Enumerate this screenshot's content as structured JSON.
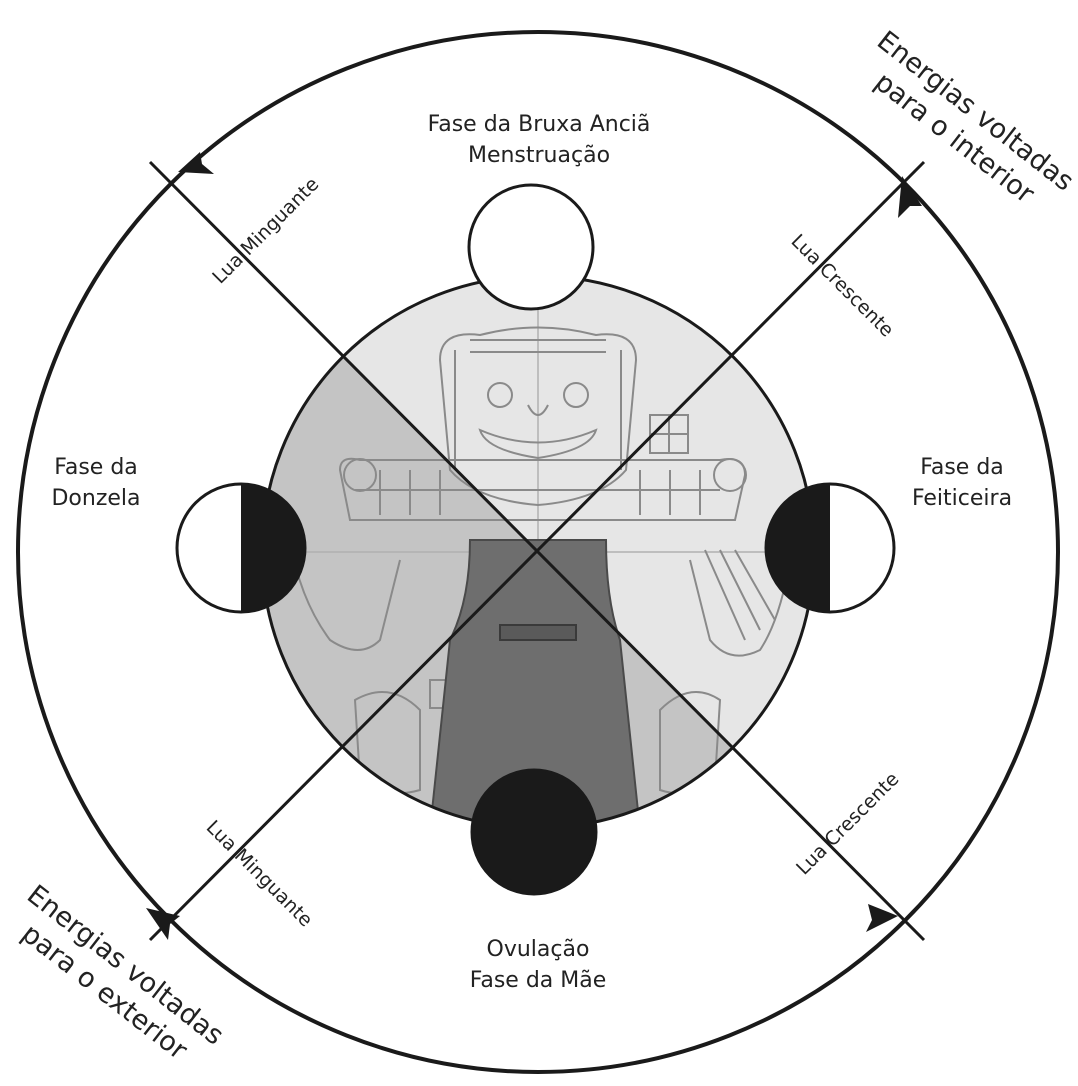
{
  "phases": {
    "top": {
      "line1": "Fase da Bruxa Anciã",
      "line2": "Menstruação"
    },
    "left": {
      "line1": "Fase da",
      "line2": "Donzela"
    },
    "right": {
      "line1": "Fase da",
      "line2": "Feiticeira"
    },
    "bottom": {
      "line1": "Ovulação",
      "line2": "Fase da Mãe"
    }
  },
  "moon_lines": {
    "upper_left": "Lua Minguante",
    "upper_right": "Lua Crescente",
    "lower_left": "Lua Minguante",
    "lower_right": "Lua Crescente"
  },
  "energies": {
    "inward": {
      "line1": "Energias voltadas",
      "line2": "para o interior"
    },
    "outward": {
      "line1": "Energias voltadas",
      "line2": "para o exterior"
    }
  },
  "colors": {
    "ink": "#1a1a1a",
    "illustration_bg": "#c8c8c8",
    "illustration_light": "#e6e6e6",
    "robe": "#6e6e6e"
  }
}
